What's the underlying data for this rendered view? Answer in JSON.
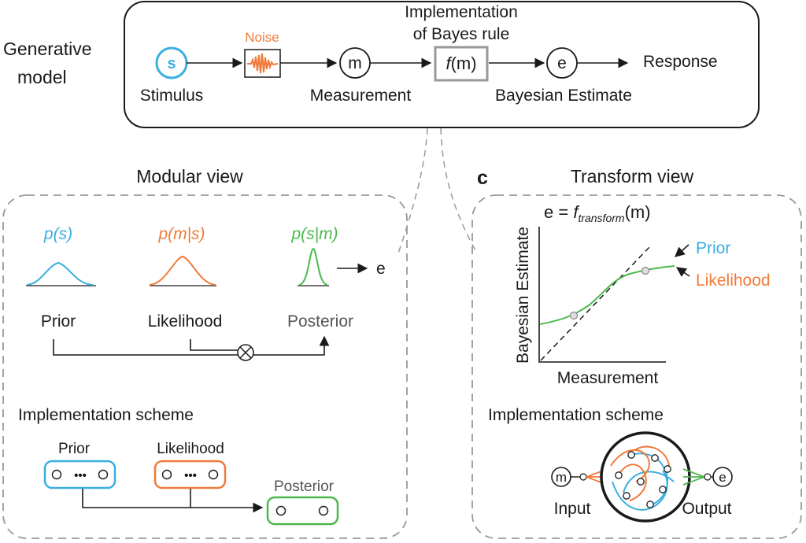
{
  "generative": {
    "section_label_line1": "Generative",
    "section_label_line2": "model",
    "stimulus_symbol": "s",
    "stimulus_label": "Stimulus",
    "noise_label": "Noise",
    "measurement_symbol": "m",
    "measurement_label": "Measurement",
    "bayes_title_line1": "Implementation",
    "bayes_title_line2": "of Bayes rule",
    "function_f": "f",
    "function_arg": "(m)",
    "estimate_symbol": "e",
    "estimate_label": "Bayesian Estimate",
    "response_label": "Response"
  },
  "modular": {
    "title": "Modular view",
    "prior_formula": "p(s)",
    "likelihood_formula": "p(m|s)",
    "posterior_formula": "p(s|m)",
    "estimate_symbol": "e",
    "prior_label": "Prior",
    "likelihood_label": "Likelihood",
    "posterior_label": "Posterior",
    "scheme_title": "Implementation scheme",
    "scheme_prior_label": "Prior",
    "scheme_likelihood_label": "Likelihood",
    "scheme_posterior_label": "Posterior",
    "dots": "•••"
  },
  "transform": {
    "panel_letter": "c",
    "title": "Transform view",
    "equation_lhs": "e = ",
    "equation_f": "f",
    "equation_sub": "transform",
    "equation_arg": "(m)",
    "ylabel": "Bayesian Estimate",
    "xlabel": "Measurement",
    "prior_label": "Prior",
    "likelihood_label": "Likelihood",
    "scheme_title": "Implementation scheme",
    "input_symbol": "m",
    "output_symbol": "e",
    "input_label": "Input",
    "output_label": "Output"
  },
  "colors": {
    "prior": "#3aaee0",
    "likelihood": "#f07a3a",
    "posterior": "#4cb84c",
    "ink": "#1a1a1a",
    "frame": "#999999"
  }
}
